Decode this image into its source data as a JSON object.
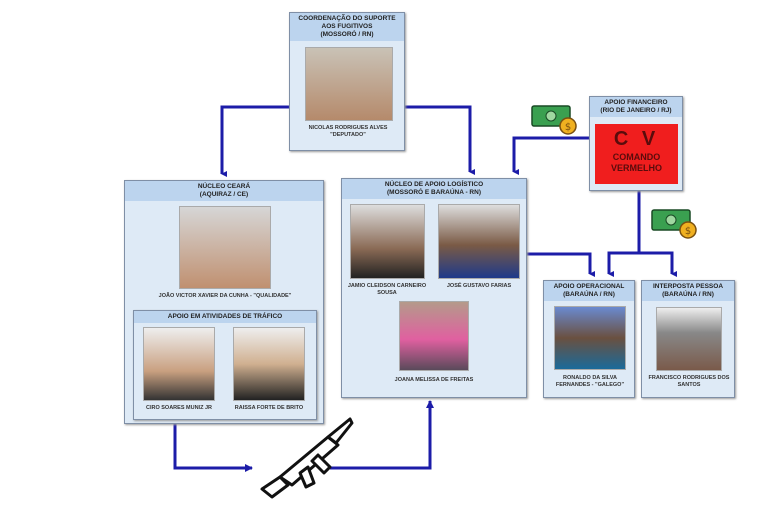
{
  "coordination": {
    "title": "Coordenação do Suporte aos Fugitivos",
    "location": "(Mossoró / RN)",
    "member": "Nicolas Rodrigues Alves \"Deputado\""
  },
  "nucleo_ceara": {
    "title": "Núcleo Ceará",
    "location": "(Aquiraz / CE)",
    "member": "João Victor Xavier da Cunha - \"Qualidade\"",
    "sub": {
      "title": "Apoio em atividades de tráfico",
      "members": [
        "Ciro Soares Muniz Jr",
        "Raissa Forte de Brito"
      ]
    }
  },
  "nucleo_logistico": {
    "title": "Núcleo de Apoio Logístico",
    "location": "(Mossoró e Baraúna - RN)",
    "members": [
      "Jamio Cleidson Carneiro Sousa",
      "José Gustavo Farias",
      "Joana Melissa de Freitas"
    ]
  },
  "financeiro": {
    "title": "Apoio Financeiro",
    "location": "(Rio de Janeiro / RJ)",
    "logo_big": "C V",
    "logo_small_1": "COMANDO",
    "logo_small_2": "VERMELHO"
  },
  "operacional": {
    "title": "Apoio Operacional",
    "location": "(Baraúna / RN)",
    "member": "Ronaldo da Silva Fernandes - \"Galego\""
  },
  "interposta": {
    "title": "Interposta Pessoa",
    "location": "(Baraúna / RN)",
    "member": "Francisco Rodrigues dos Santos"
  },
  "colors": {
    "arrow": "#1c1ca8",
    "box": "#deeaf6",
    "header": "#bcd4ee",
    "cv": "#f01e1e"
  }
}
